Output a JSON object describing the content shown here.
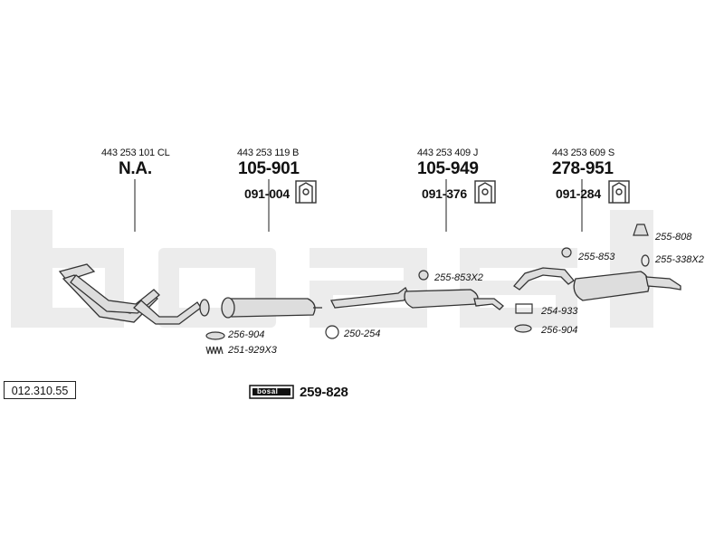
{
  "catalog_number": "012.310.55",
  "watermark_text": "bosal",
  "colors": {
    "stroke": "#333333",
    "watermark": "#ececec",
    "part_fill": "#dddddd"
  },
  "sections": [
    {
      "oe_number": "443 253 101 CL",
      "part_number": "N.A.",
      "mount": ""
    },
    {
      "oe_number": "443 253 119 B",
      "part_number": "105-901",
      "mount": "091-004"
    },
    {
      "oe_number": "443 253 409 J",
      "part_number": "105-949",
      "mount": "091-376"
    },
    {
      "oe_number": "443 253 609 S",
      "part_number": "278-951",
      "mount": "091-284"
    }
  ],
  "fittings": {
    "f256904a": "256-904",
    "f251929": "251-929X3",
    "f250254": "250-254",
    "f255853x2": "255-853X2",
    "f255808": "255-808",
    "f255853": "255-853",
    "f255338": "255-338X2",
    "f254933": "254-933",
    "f256904b": "256-904"
  },
  "kit": {
    "badge_text": "bosal",
    "number": "259-828"
  }
}
